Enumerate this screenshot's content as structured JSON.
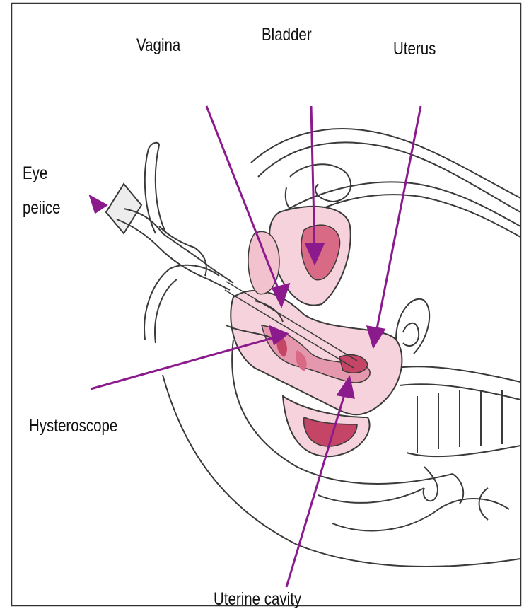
{
  "labels": {
    "vagina": "Vagina",
    "bladder": "Bladder",
    "uterus": "Uterus",
    "eye_piece_line1": "Eye",
    "eye_piece_line2": "peiice",
    "hysteroscope": "Hysteroscope",
    "uterine_cavity": "Uterine cavity"
  },
  "colors": {
    "arrow": "#8b1a8c",
    "outline": "#3a3a3a",
    "tissue_light": "#f6d3dc",
    "tissue_mid": "#e598ad",
    "tissue_dark": "#c44565"
  }
}
